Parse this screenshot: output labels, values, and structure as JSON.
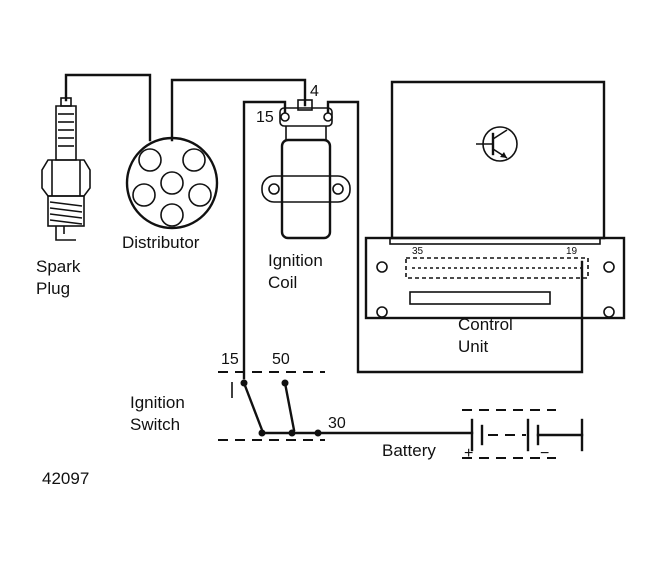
{
  "labels": {
    "spark_plug_line1": "Spark",
    "spark_plug_line2": "Plug",
    "distributor": "Distributor",
    "ignition_coil_line1": "Ignition",
    "ignition_coil_line2": "Coil",
    "control_unit_line1": "Control",
    "control_unit_line2": "Unit",
    "ignition_switch_line1": "Ignition",
    "ignition_switch_line2": "Switch",
    "battery": "Battery",
    "figure_number": "42097"
  },
  "terminals": {
    "coil_terminal_4": "4",
    "coil_terminal_15": "15",
    "switch_terminal_15": "15",
    "switch_terminal_50": "50",
    "switch_terminal_30": "30",
    "control_pin_35": "35",
    "control_pin_19": "19",
    "battery_plus": "+",
    "battery_minus": "−"
  }
}
